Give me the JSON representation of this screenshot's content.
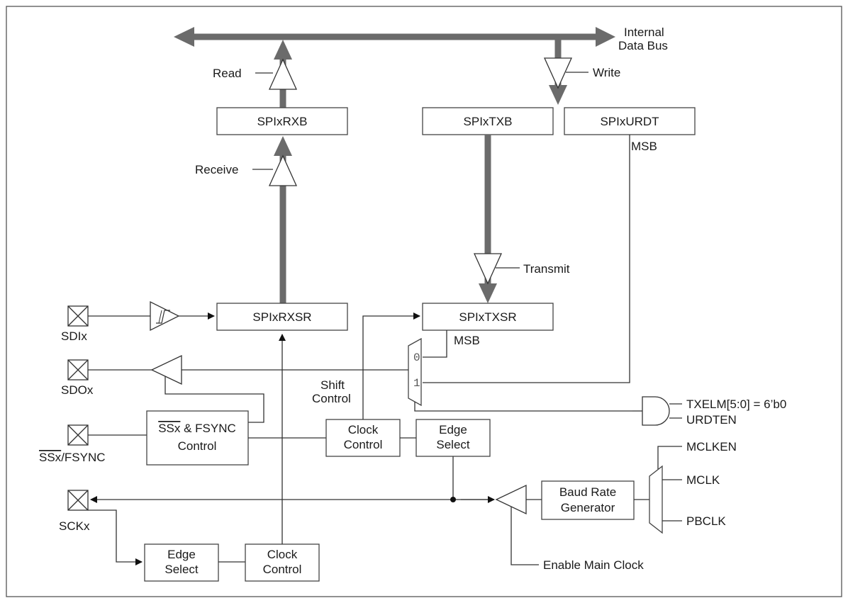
{
  "bus": {
    "label_line1": "Internal",
    "label_line2": "Data Bus"
  },
  "labels": {
    "read": "Read",
    "write": "Write",
    "receive": "Receive",
    "transmit": "Transmit",
    "msb_urdt": "MSB",
    "msb_txsr": "MSB",
    "shift_control_1": "Shift",
    "shift_control_2": "Control",
    "enable_main_clock": "Enable Main Clock"
  },
  "blocks": {
    "rxb": "SPIxRXB",
    "txb": "SPIxTXB",
    "urdt": "SPIxURDT",
    "rxsr": "SPIxRXSR",
    "txsr": "SPIxTXSR",
    "ss_control_prefix": "SSx",
    "ss_control_suffix": " & FSYNC",
    "ss_control_line2": "Control",
    "clock_control_top_1": "Clock",
    "clock_control_top_2": "Control",
    "edge_select_top_1": "Edge",
    "edge_select_top_2": "Select",
    "baud_1": "Baud Rate",
    "baud_2": "Generator",
    "edge_select_bottom_1": "Edge",
    "edge_select_bottom_2": "Select",
    "clock_control_bottom_1": "Clock",
    "clock_control_bottom_2": "Control"
  },
  "mux": {
    "input0": "0",
    "input1": "1"
  },
  "pins": {
    "sdi": "SDIx",
    "sdo": "SDOx",
    "ss_prefix": "SSx",
    "ss_suffix": "/FSYNC",
    "sck": "SCKx"
  },
  "gate_inputs": {
    "txelm": "TXELM[5:0] = ",
    "txelm_value": "6’b0",
    "urdten": "URDTEN"
  },
  "clock_sources": {
    "mclken": "MCLKEN",
    "mclk": "MCLK",
    "pbclk": "PBCLK"
  }
}
